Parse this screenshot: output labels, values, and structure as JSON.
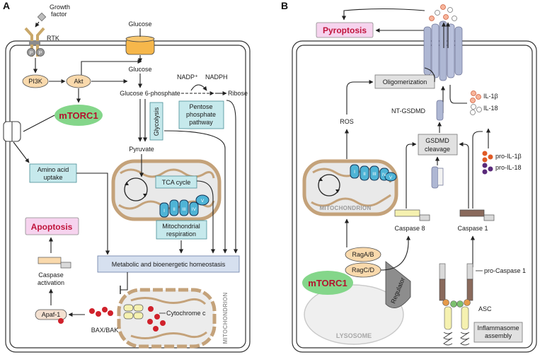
{
  "panel_a": {
    "label": "A",
    "growth_factor_line1": "Growth",
    "growth_factor_line2": "factor",
    "rtk": "RTK",
    "p1": "P",
    "p2": "P",
    "pi3k": "PI3K",
    "akt": "Akt",
    "mtorc1": "mTORC1",
    "glucose_outside": "Glucose",
    "glucose_inside": "Glucose",
    "g6p": "Glucose 6-phosphate",
    "nadp": "NADP⁺",
    "nadph": "NADPH",
    "ribose": "Ribose",
    "glycolysis": "Glycolysis",
    "ppp_line1": "Pentose",
    "ppp_line2": "phosphate",
    "ppp_line3": "pathway",
    "pyruvate": "Pyruvate",
    "amino_line1": "Amino acid",
    "amino_line2": "uptake",
    "tca": "TCA cycle",
    "complex_labels": [
      "I",
      "II",
      "III",
      "IV",
      "V"
    ],
    "resp_line1": "Mitochondrial",
    "resp_line2": "respiration",
    "apoptosis": "Apoptosis",
    "caspase_line1": "Caspase",
    "caspase_line2": "activation",
    "homeostasis": "Metabolic and bioenergetic homeostasis",
    "apaf": "Apaf-1",
    "cytochrome": "Cytochrome c",
    "baxbak": "BAX/BAK",
    "mitochondrion": "MITOCHONDRION"
  },
  "panel_b": {
    "label": "B",
    "pyroptosis": "Pyroptosis",
    "oligomerization": "Oligomerization",
    "ros": "ROS",
    "ntgsdmd": "NT-GSDMD",
    "gsdmd_line1": "GSDMD",
    "gsdmd_line2": "cleavage",
    "il1b": "IL-1β",
    "il18": "IL-18",
    "proil1b": "pro-IL-1β",
    "proil18": "pro-IL-18",
    "mitochondrion": "MITOCHONDRION",
    "caspase8": "Caspase 8",
    "caspase1": "Caspase 1",
    "procaspase1": "pro-Caspase 1",
    "raga": "RagA/B",
    "ragc": "RagC/D",
    "mtorc1": "mTORC1",
    "regulator": "Regulator",
    "asc": "ASC",
    "lysosome": "LYSOSOME",
    "infl_line1": "Inflammasome",
    "infl_line2": "assembly"
  },
  "colors": {
    "box_fill": "#c6e9ec",
    "box_stroke": "#4a8e96",
    "akt_fill": "#f9d9ac",
    "mtorc1_fill": "#84d68a",
    "mtorc1_text": "#b3122e",
    "death_fill": "#f6d3ee",
    "death_text": "#c0143c",
    "homeostasis_fill": "#d6e0ef",
    "gray_box": "#e1e1e1",
    "mito_border": "#c4a27a",
    "complex_fill": "#4fb4d6",
    "cytc_red": "#d0212b",
    "channel": "#aeb7d3"
  }
}
